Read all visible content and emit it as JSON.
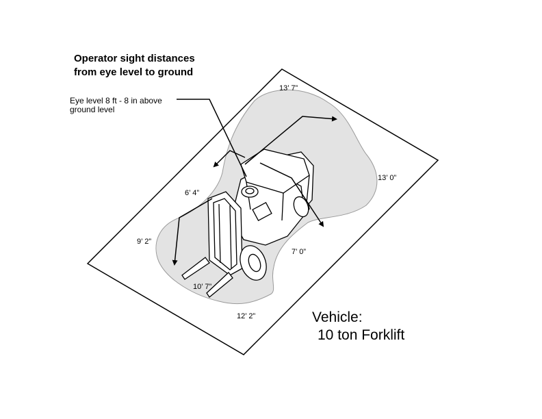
{
  "title": {
    "line1": "Operator sight distances",
    "line2": "from  eye level to ground"
  },
  "eye_level": {
    "line1": "Eye level 8 ft - 8 in above",
    "line2": "ground level"
  },
  "distances": {
    "top": "13’ 7”",
    "right": "13’ 0”",
    "left_upper": "6’ 4”",
    "left": "9’ 2”",
    "right_lower": "7’ 0”",
    "front": "10’ 7”",
    "front_lower": "12’ 2”"
  },
  "vehicle": {
    "line1": "Vehicle:",
    "line2": "10 ton Forklift"
  },
  "colors": {
    "zone_fill": "#e3e3e3",
    "line": "#000000"
  }
}
